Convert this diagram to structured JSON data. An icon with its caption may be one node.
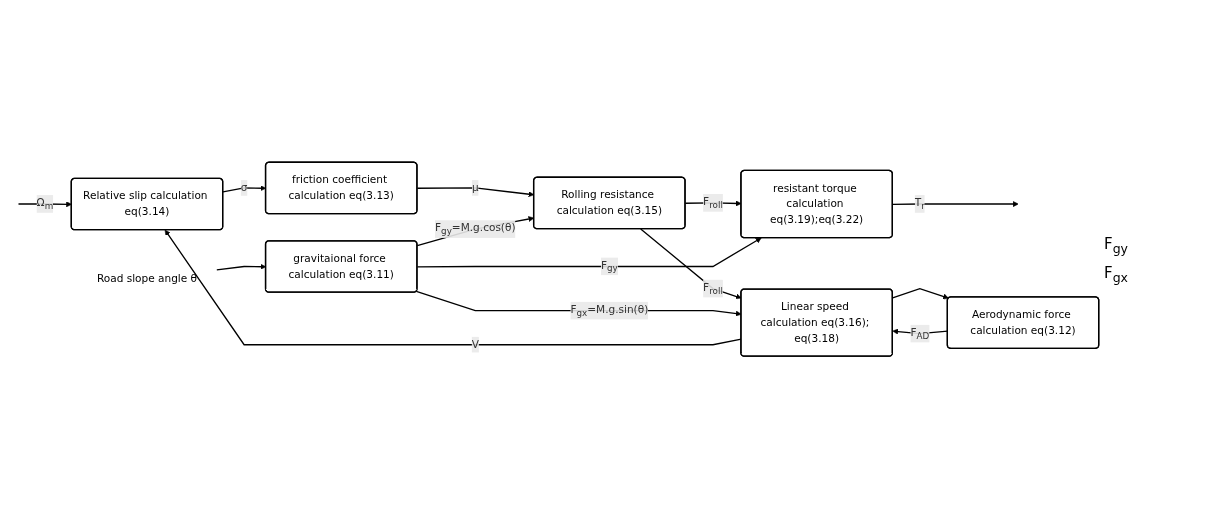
{
  "diagram": {
    "nodes": [
      {
        "text": [
          "Relative slip calculation eq(3.14)"
        ]
      },
      {
        "text": [
          "friction coefficient calculation eq(3.13)"
        ]
      },
      {
        "text": [
          "Rolling resistance calculation eq(3.15)"
        ]
      },
      {
        "text": [
          "resistant torque calculation eq(3.19);eq(3.22)"
        ]
      },
      {
        "text": [
          "Road slope angle θ"
        ]
      },
      {
        "text": [
          "gravitaional force calculation eq(3.11)"
        ]
      },
      {
        "text": [
          "Linear speed calculation eq(3.16); eq(3.18)"
        ]
      },
      {
        "text": [
          "Aerodynamic force calculation eq(3.12)"
        ]
      }
    ],
    "edges": [
      {
        "from": null,
        "to": 0,
        "arrow": "to",
        "label": "Ω$_{m}$"
      },
      {
        "from": 0,
        "to": 1,
        "arrow": "to",
        "label": "σ"
      },
      {
        "from": 1,
        "to": 2,
        "arrow": "to",
        "label": "μ"
      },
      {
        "from": 2,
        "to": 3,
        "arrow": "to",
        "label": "F$_{roll}$"
      },
      {
        "from": 2,
        "to": 6,
        "arrow": "to",
        "label": "F$_{roll}$"
      },
      {
        "from": 5,
        "to": 2,
        "arrow": "to",
        "label": "F$_{gy}$=M.g.cos(θ)"
      },
      {
        "from": 5,
        "to": 3,
        "arrow": "to",
        "label": "F$_{gy}$"
      },
      {
        "from": 5,
        "to": 6,
        "arrow": "to",
        "label": "F$_{gx}$=M.g.sin(θ)"
      },
      {
        "from": 4,
        "to": 5,
        "arrow": "to"
      },
      {
        "from": 3,
        "to": null,
        "arrow": "to",
        "label": "T$_{r}$"
      },
      {
        "from": 6,
        "to": 0,
        "arrow": "to",
        "label": "V"
      },
      {
        "from": 6,
        "to": 7,
        "arrow": "to"
      },
      {
        "from": 7,
        "to": 6,
        "arrow": "to",
        "label": "F$_{AD}$"
      }
    ],
    "labels": [
      "F$_{gy}$",
      "F$_{gx}$"
    ]
  }
}
